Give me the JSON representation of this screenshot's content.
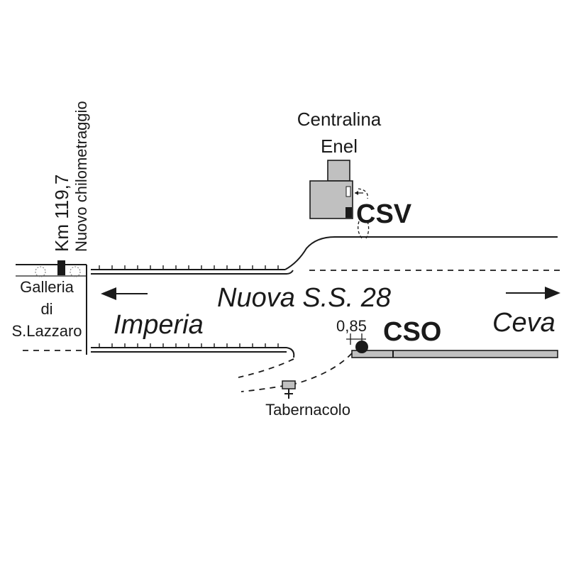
{
  "labels": {
    "km": "Km 119,7",
    "new_km": "Nuovo chilometraggio",
    "gallery_line1": "Galleria",
    "gallery_line2": "di",
    "gallery_line3": "S.Lazzaro",
    "centralina_line1": "Centralina",
    "centralina_line2": "Enel",
    "csv": "CSV",
    "cso": "CSO",
    "road": "Nuova S.S. 28",
    "imperia": "Imperia",
    "ceva": "Ceva",
    "distance": "0,85",
    "tabernacolo": "Tabernacolo"
  },
  "colors": {
    "line": "#1a1a1a",
    "fill_gray": "#c0c0c0"
  }
}
